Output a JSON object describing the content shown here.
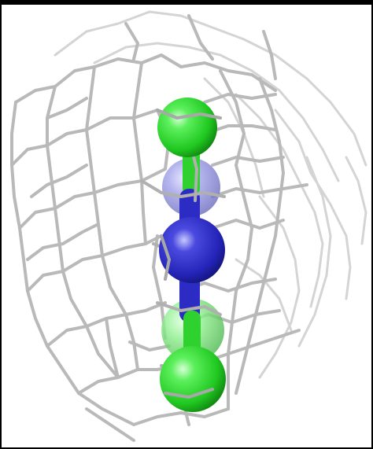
{
  "scene": {
    "subject": "molecular-render",
    "mesh_color": "#bdbdbd",
    "mesh_shadow_color": "#9a9a9a",
    "atoms": [
      {
        "element": "carbon-like",
        "color": "#33e633",
        "highlight": "#c9ffc9"
      },
      {
        "element": "nitrogen-like",
        "color": "#3a3ad6",
        "highlight": "#b8b8ff"
      },
      {
        "element": "nitrogen-like",
        "color": "#3030cc",
        "highlight": "#aaaaff"
      },
      {
        "element": "nitrogen-like",
        "color": "#3a3ad6",
        "highlight": "#b8b8ff"
      },
      {
        "element": "carbon-like",
        "color": "#33e633",
        "highlight": "#c9ffc9"
      },
      {
        "element": "carbon-like",
        "color": "#33e633",
        "highlight": "#c9ffc9"
      }
    ],
    "background": "#ffffff"
  }
}
